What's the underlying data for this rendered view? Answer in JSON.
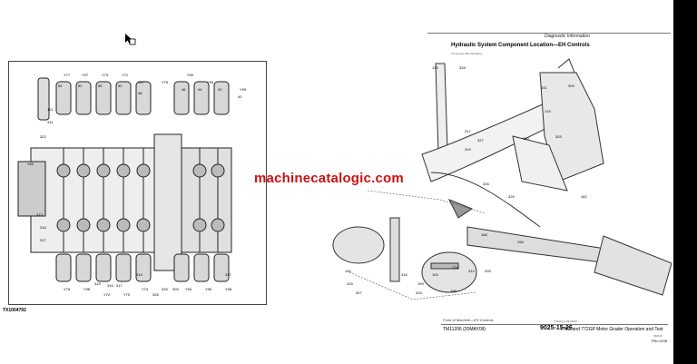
{
  "document": {
    "header": {
      "section_label": "Diagnostic Information"
    },
    "title": "Hydraulic System Component Location—EH Controls",
    "subtitle": "TX-remote   HR-controllers",
    "figure_id": "TX1004792",
    "caption": "Front of Machine—EH Controls",
    "caption_ref": "TX1004 1-29-05/02 ...",
    "footer": {
      "manual_number": "TM11206 (20MAY09)",
      "page_code": "9025-15-26",
      "book_title": "770G and 772GP Motor Grader Operation and Test",
      "date_code": "060115",
      "page_number": "PN=1298"
    },
    "watermark": "machinecatalogic.com"
  },
  "valve_callouts": [
    "Y77",
    "Y97",
    "Y73",
    "Y71",
    "127",
    "Y75",
    "Y69",
    "Y95",
    "Y99",
    "54",
    "52",
    "56",
    "50",
    "48",
    "46",
    "44",
    "42",
    "40",
    "121",
    "311",
    "322",
    "198",
    "313",
    "316",
    "317",
    "Y76",
    "Y98",
    "Y72",
    "Y70",
    "Y74",
    "Y94",
    "Y96",
    "Y98",
    "328",
    "325",
    "326",
    "315",
    "316",
    "317",
    "319",
    "317"
  ],
  "machine_callouts": [
    "133",
    "328",
    "331",
    "309",
    "317",
    "315",
    "327",
    "320",
    "326",
    "316",
    "168",
    "158",
    "162",
    "145",
    "315",
    "307",
    "104",
    "159",
    "199",
    "316",
    "315",
    "174",
    "314",
    "205",
    "219",
    "325"
  ]
}
